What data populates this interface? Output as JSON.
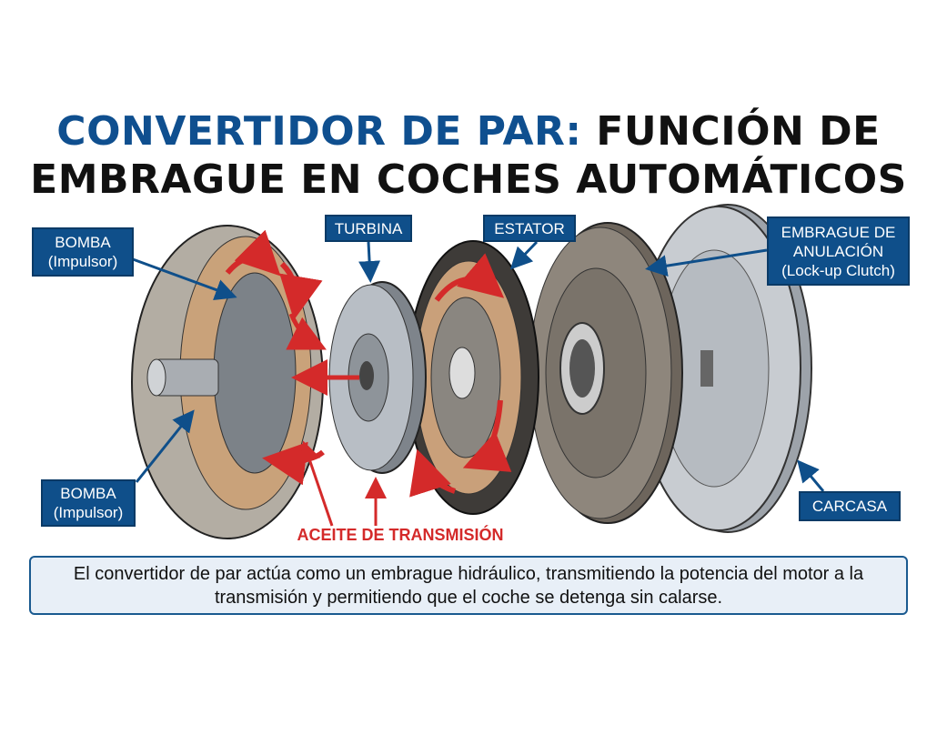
{
  "title": {
    "line1_accent": "CONVERTIDOR DE PAR:",
    "line1_rest": " FUNCIÓN DE",
    "line2": "EMBRAGUE EN COCHES AUTOMÁTICOS"
  },
  "labels": {
    "bomba_top": {
      "name": "BOMBA",
      "sub": "(Impulsor)"
    },
    "turbina": "TURBINA",
    "estator": "ESTATOR",
    "embrague": {
      "line1": "EMBRAGUE DE",
      "line2": "ANULACIÓN",
      "line3": "(Lock-up Clutch)"
    },
    "bomba_bottom": {
      "name": "BOMBA",
      "sub": "(Impulsor)"
    },
    "carcasa": "CARCASA",
    "aceite": "ACEITE DE TRANSMISIÓN"
  },
  "caption": "El convertidor de par actúa como un embrague hidráulico, transmitiendo la potencia del motor a la transmisión y permitiendo que el coche se detenga sin calarse.",
  "colors": {
    "accent": "#0f4f8f",
    "label_bg": "#0f4f8a",
    "oil_red": "#d42a2a"
  }
}
